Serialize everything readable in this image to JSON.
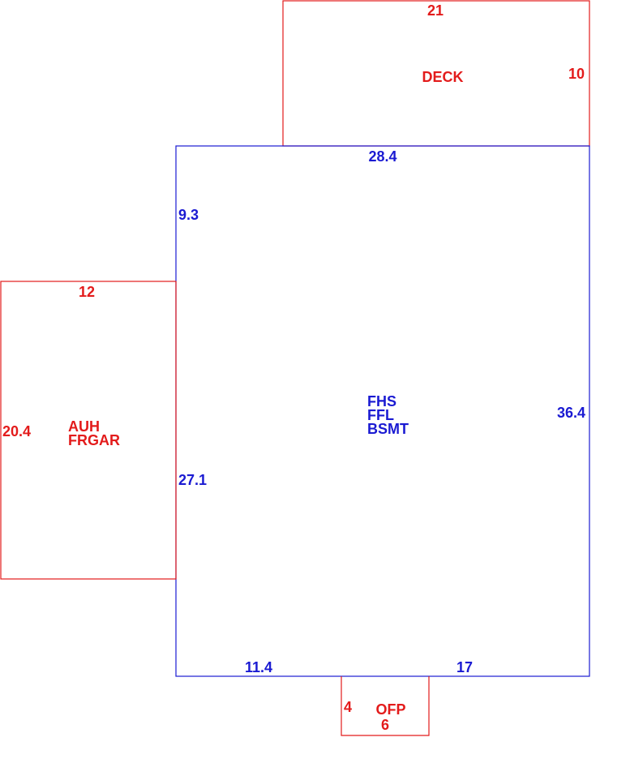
{
  "colors": {
    "main_structure": "#1a1ad2",
    "attached_areas": "#e31b1b",
    "background": "#ffffff"
  },
  "deck": {
    "label": "DECK",
    "dim_top": "21",
    "dim_right": "10"
  },
  "main_house": {
    "labels": [
      "FHS",
      "FFL",
      "BSMT"
    ],
    "dim_top": "28.4",
    "dim_left_upper": "9.3",
    "dim_left_lower": "27.1",
    "dim_right": "36.4",
    "dim_bottom_left": "11.4",
    "dim_bottom_right": "17"
  },
  "garage": {
    "labels": [
      "AUH",
      "FRGAR"
    ],
    "dim_top": "12",
    "dim_left": "20.4"
  },
  "porch": {
    "label": "OFP",
    "dim_left": "4",
    "dim_bottom": "6"
  }
}
